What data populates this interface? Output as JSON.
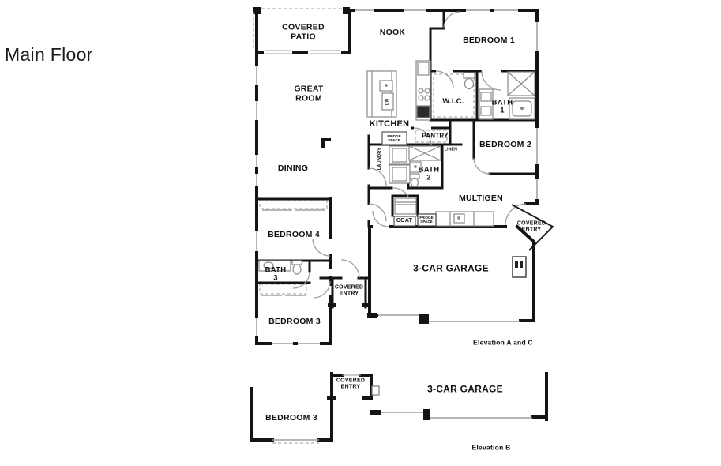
{
  "title": "Main Floor",
  "colors": {
    "wall": "#141414",
    "fixture": "#8a8a8a",
    "dashed": "#b0b0b0",
    "thin_line": "#9e9e9e",
    "text": "#101010"
  },
  "plan_a": {
    "caption": "Elevation A and C",
    "rooms": {
      "covered_patio": "COVERED PATIO",
      "nook": "NOOK",
      "bedroom_1": "BEDROOM 1",
      "great_room": "GREAT ROOM",
      "wic": "W.I.C.",
      "bath_1": "BATH 1",
      "kitchen": "KITCHEN",
      "pantry": "PANTRY",
      "fridge_space": "FRIDGE SPACE",
      "laundry": "LAUNDRY",
      "linen": "LINEN",
      "bedroom_2": "BEDROOM 2",
      "bath_2": "BATH 2",
      "multigen": "MULTIGEN",
      "coat": "COAT",
      "kitchenette_fridge_space": "FRIDGE SPACE",
      "covered_entry_right": "COVERED ENTRY",
      "garage": "3-CAR GARAGE",
      "covered_entry_left": "COVERED ENTRY",
      "bedroom_4": "BEDROOM 4",
      "bath_3": "BATH 3",
      "bedroom_3": "BEDROOM 3",
      "dining": "DINING"
    },
    "fixtures": {
      "dishwasher": "DW"
    }
  },
  "plan_b": {
    "caption": "Elevation B",
    "rooms": {
      "covered_entry": "COVERED ENTRY",
      "garage": "3-CAR GARAGE",
      "bedroom_3": "BEDROOM 3"
    }
  }
}
